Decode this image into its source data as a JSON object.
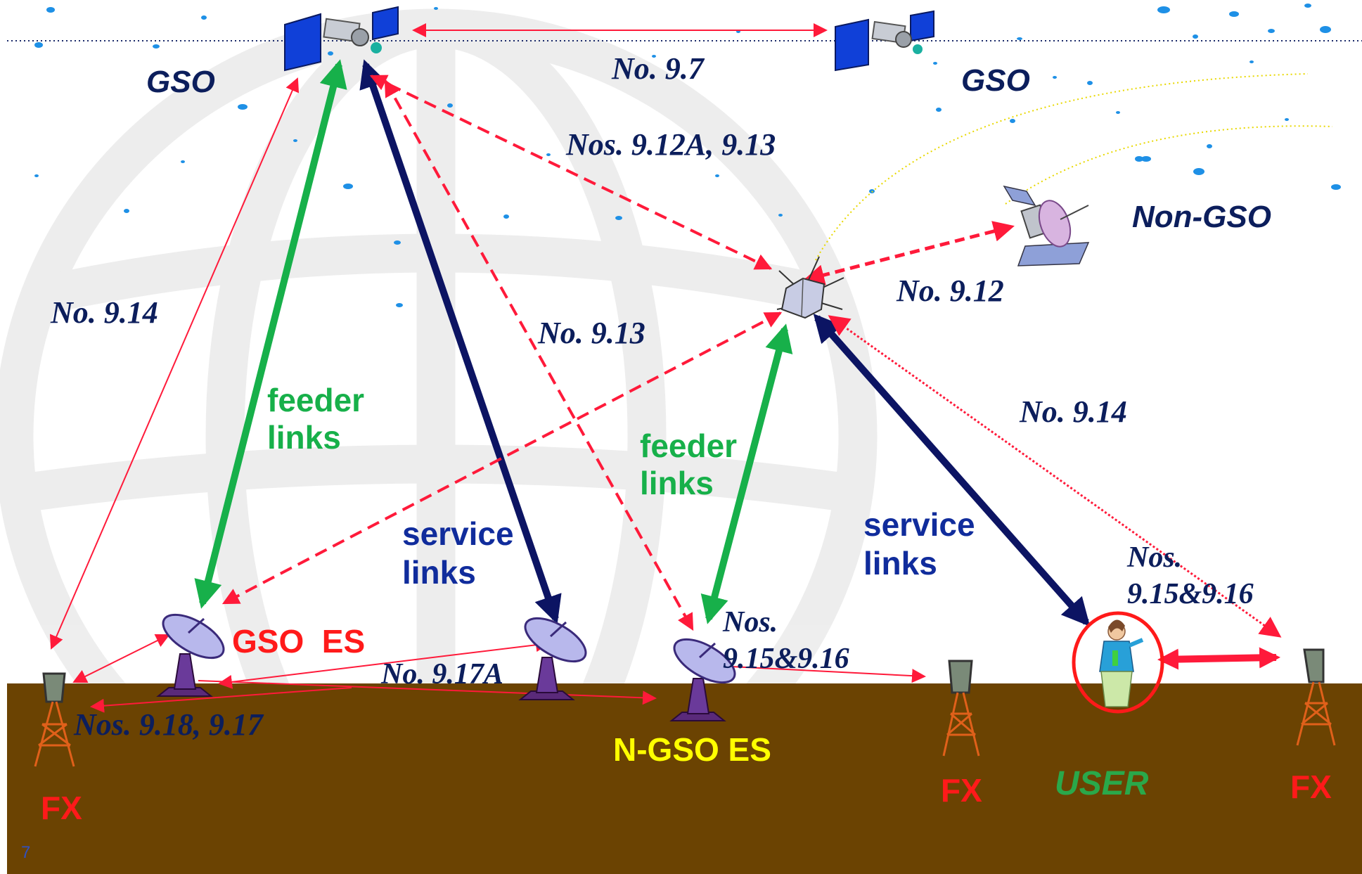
{
  "orbits": {
    "gso_left_label": "GSO",
    "gso_right_label": "GSO",
    "non_gso_label": "Non-GSO"
  },
  "links": {
    "feeder_left": [
      "feeder",
      "links"
    ],
    "feeder_right": [
      "feeder",
      "links"
    ],
    "service_left": [
      "service",
      "links"
    ],
    "service_right": [
      "service",
      "links"
    ]
  },
  "provisions": {
    "gso_to_gso": "No. 9.7",
    "gso_to_ngso_es": "Nos. 9.12A, 9.13",
    "ngso_to_ngso": "No. 9.12",
    "gso_to_fx": "No. 9.14",
    "ngso_to_gso_es": "No. 9.13",
    "ngso_to_fx": "No. 9.14",
    "user_to_fx": [
      "Nos.",
      "9.15&9.16"
    ],
    "ngso_es_to_fx": [
      "Nos.",
      "9.15&9.16"
    ],
    "es_to_es": "No. 9.17A",
    "fx_to_es": "Nos. 9.18, 9.17"
  },
  "stations": {
    "gso_es": "GSO  ES",
    "ngso_es": "N-GSO ES",
    "fx_left": "FX",
    "fx_middle": "FX",
    "fx_right": "FX",
    "user": "USER"
  },
  "page_number": "7",
  "colors": {
    "ground": "#6b4302",
    "feeder": "#17b04a",
    "service": "#0c1463",
    "interference": "#ff1a3a",
    "label_navy": "#0c1e5c",
    "label_red": "#ff1a1a",
    "label_yellow": "#ffff00",
    "user_green": "#2aa84a"
  }
}
